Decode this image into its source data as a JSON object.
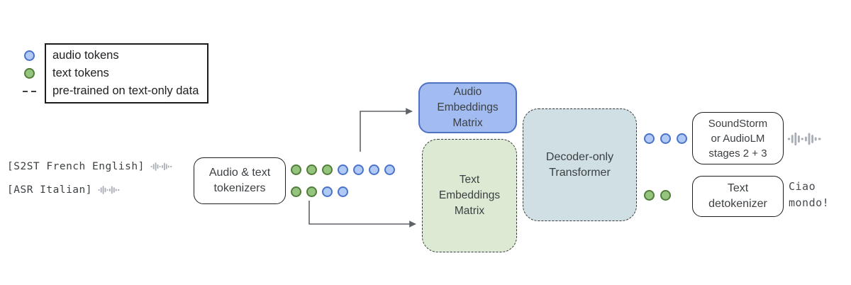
{
  "legend": {
    "items": [
      {
        "marker": "audio-token",
        "label": "audio tokens"
      },
      {
        "marker": "text-token",
        "label": "text tokens"
      },
      {
        "marker": "dashed-line",
        "label": "pre-trained on text-only data"
      }
    ]
  },
  "inputs": {
    "s2st_label": "[S2ST French English]",
    "asr_label": "[ASR Italian]"
  },
  "boxes": {
    "tokenizer": {
      "label": "Audio & text\ntokenizers"
    },
    "audio_embeddings": {
      "label": "Audio\nEmbeddings\nMatrix"
    },
    "text_embeddings": {
      "label": "Text\nEmbeddings\nMatrix"
    },
    "decoder": {
      "label": "Decoder-only\nTransformer"
    },
    "soundstorm": {
      "label": "SoundStorm\nor AudioLM\nstages 2 + 3"
    },
    "detokenizer": {
      "label": "Text\ndetokenizer"
    }
  },
  "outputs": {
    "text_output": "Ciao\nmondo!"
  },
  "tokens": {
    "input_row1": [
      "text",
      "text",
      "text",
      "audio",
      "audio",
      "audio",
      "audio"
    ],
    "input_row2": [
      "text",
      "text",
      "audio",
      "audio"
    ],
    "output_audio": [
      "audio",
      "audio",
      "audio"
    ],
    "output_text": [
      "text",
      "text"
    ]
  },
  "icons": {
    "input_s2st": "waveform-icon",
    "input_asr": "waveform-icon",
    "output_speech": "waveform-icon"
  },
  "colors": {
    "audio_token_fill": "#b1c9f5",
    "audio_token_border": "#4a73c9",
    "text_token_fill": "#94c47d",
    "text_token_border": "#537d3b",
    "audio_box_fill": "#a2bbf0",
    "audio_box_border": "#4f72c4",
    "text_box_fill": "#dcead3",
    "decoder_box_fill": "#cfdfe3",
    "arrow_color": "#5f6368"
  }
}
